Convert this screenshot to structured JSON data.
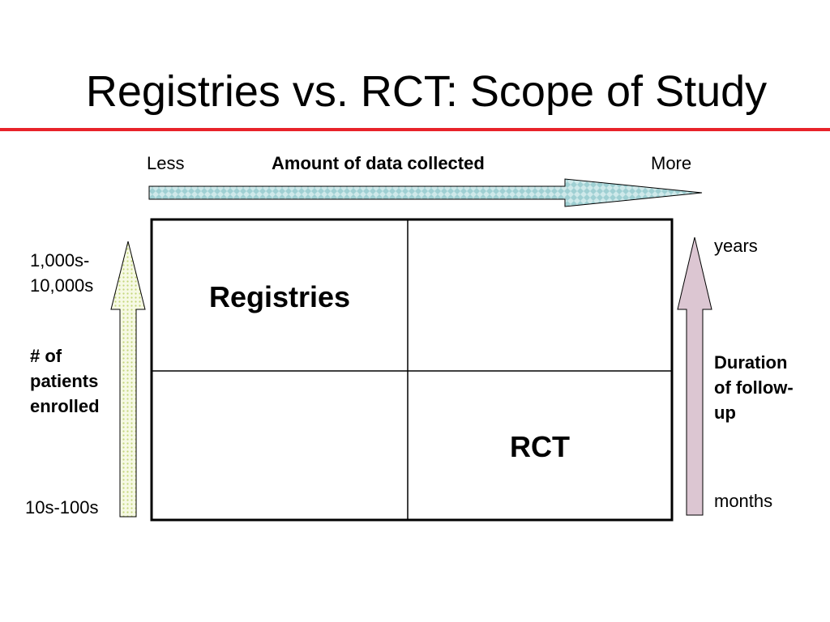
{
  "title": "Registries vs. RCT: Scope of Study",
  "colors": {
    "title_rule": "#e8232a",
    "data_arrow_fill": "#cfe9ea",
    "data_arrow_pattern": "#9fd0d3",
    "patients_arrow_fill": "#f6f9e4",
    "patients_arrow_pattern": "#c4d67a",
    "followup_arrow_fill": "#dcc6d2",
    "grid_border": "#000000"
  },
  "top_axis": {
    "low_label": "Less",
    "heading": "Amount of data collected",
    "high_label": "More"
  },
  "left_axis": {
    "high_label": "1,000s-\n10,000s",
    "heading": "# of\npatients\nenrolled",
    "low_label": "10s-100s"
  },
  "right_axis": {
    "high_label": "years",
    "heading": "Duration\nof follow-\nup",
    "low_label": "months"
  },
  "grid": {
    "top_left": "Registries",
    "top_right": "",
    "bottom_left": "",
    "bottom_right": "RCT"
  }
}
